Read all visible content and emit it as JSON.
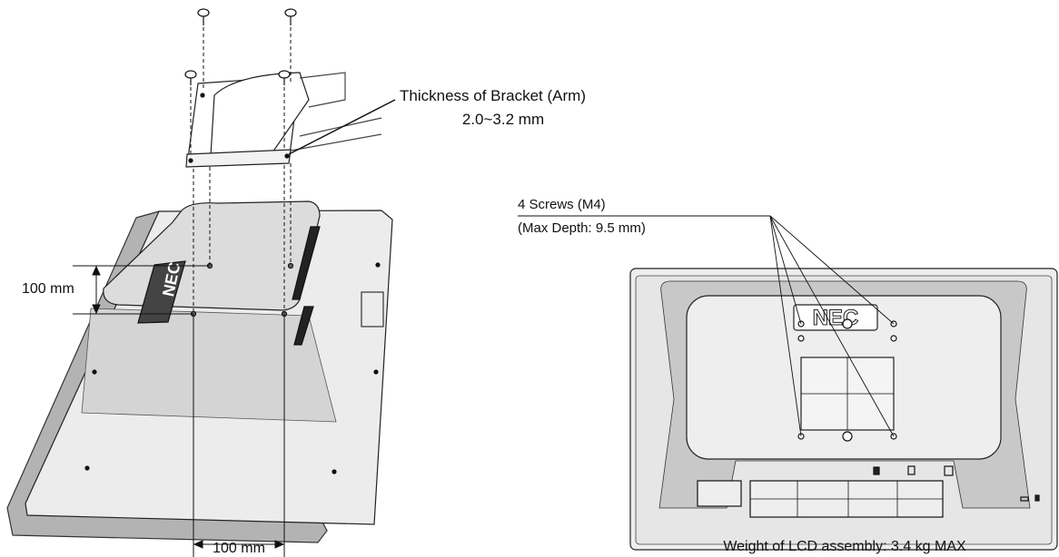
{
  "labels": {
    "bracket_thickness_title": "Thickness of Bracket (Arm)",
    "bracket_thickness_value": "2.0~3.2 mm",
    "vertical_spacing": "100 mm",
    "horizontal_spacing": "100 mm",
    "screws": "4 Screws (M4)",
    "max_depth": "(Max Depth: 9.5 mm)",
    "weight": "Weight of LCD assembly: 3.4 kg MAX",
    "logo_left": "NEC",
    "logo_right": "NEC"
  },
  "colors": {
    "line": "#111111",
    "panel_gray": "#b3b3b3",
    "panel_light": "#ececec",
    "panel_mid": "#dcdcdc",
    "logo_bg": "#444444"
  }
}
